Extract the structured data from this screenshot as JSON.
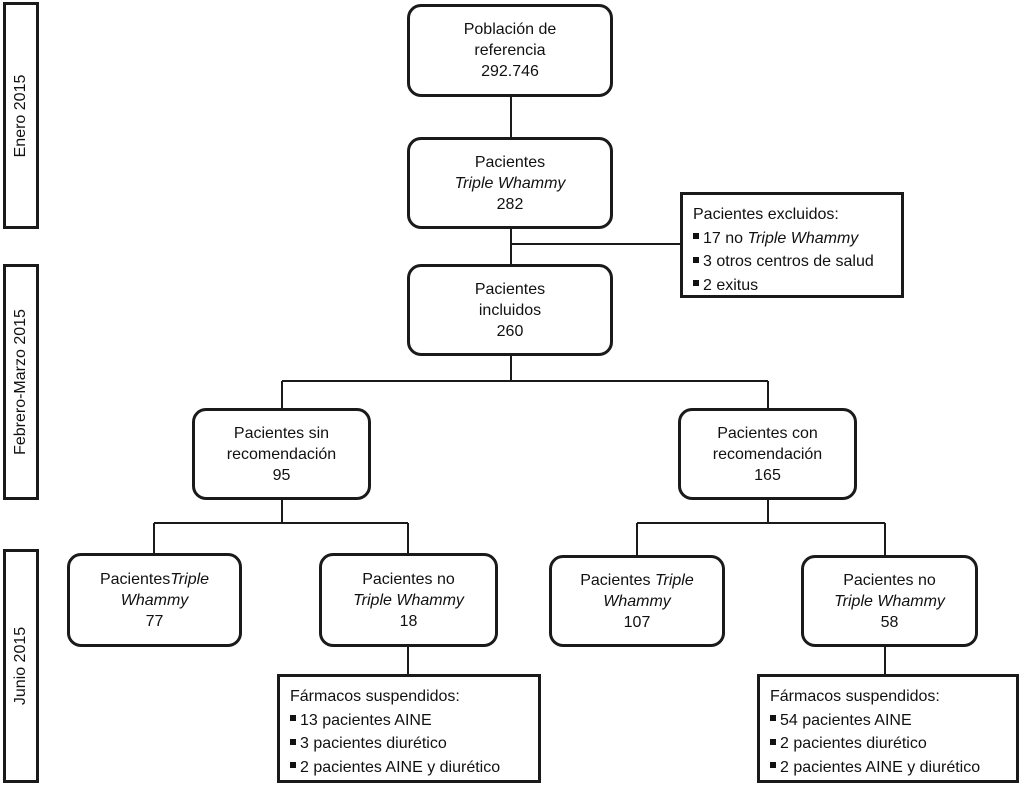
{
  "phases": [
    {
      "label": "Enero 2015"
    },
    {
      "label": "Febrero-Marzo 2015"
    },
    {
      "label": "Junio 2015"
    }
  ],
  "nodes": {
    "reference": {
      "line1": "Población de",
      "line2": "referencia",
      "count": "292.746"
    },
    "tw_patients": {
      "line1": "Pacientes",
      "line2": "Triple Whammy",
      "count": "282"
    },
    "included": {
      "line1": "Pacientes",
      "line2": "incluidos",
      "count": "260"
    },
    "no_rec": {
      "line1": "Pacientes sin",
      "line2": "recomendación",
      "count": "95"
    },
    "with_rec": {
      "line1": "Pacientes con",
      "line2": "recomendación",
      "count": "165"
    },
    "no_rec_tw": {
      "prefix": "Pacientes",
      "italic": "Triple",
      "line2": "Whammy",
      "count": "77"
    },
    "no_rec_not_tw": {
      "line1": "Pacientes no",
      "line2": "Triple Whammy",
      "count": "18"
    },
    "rec_tw": {
      "prefix": "Pacientes ",
      "italic": "Triple",
      "line2": "Whammy",
      "count": "107"
    },
    "rec_not_tw": {
      "line1": "Pacientes no",
      "line2": "Triple Whammy",
      "count": "58"
    }
  },
  "excluded": {
    "title": "Pacientes excluidos:",
    "items": [
      {
        "prefix": "17 no ",
        "italic": "Triple Whammy"
      },
      {
        "prefix": "3 otros centros de salud",
        "italic": ""
      },
      {
        "prefix": "2 exitus",
        "italic": ""
      }
    ]
  },
  "suspended_left": {
    "title": "Fármacos suspendidos:",
    "items": [
      "13 pacientes AINE",
      "3 pacientes diurético",
      "2 pacientes AINE y diurético"
    ]
  },
  "suspended_right": {
    "title": "Fármacos suspendidos:",
    "items": [
      "54 pacientes AINE",
      "2 pacientes diurético",
      "2 pacientes AINE y diurético"
    ]
  }
}
